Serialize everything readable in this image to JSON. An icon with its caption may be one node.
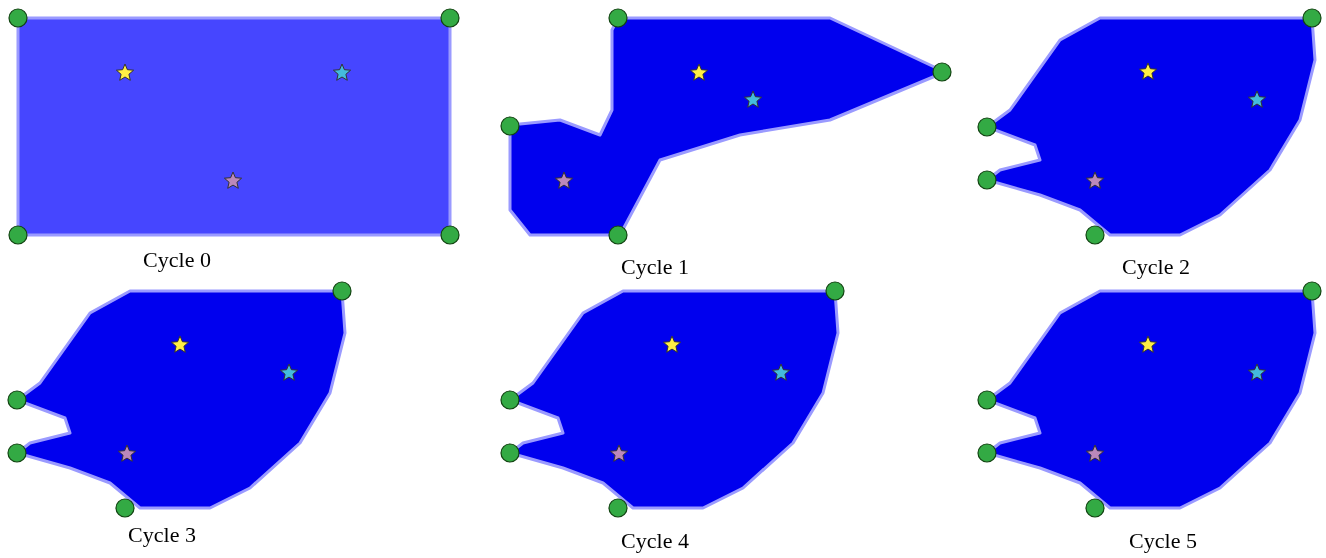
{
  "diagram": {
    "labels": [
      "Cycle 0",
      "Cycle 1",
      "Cycle 2",
      "Cycle 3",
      "Cycle 4",
      "Cycle 5"
    ]
  }
}
